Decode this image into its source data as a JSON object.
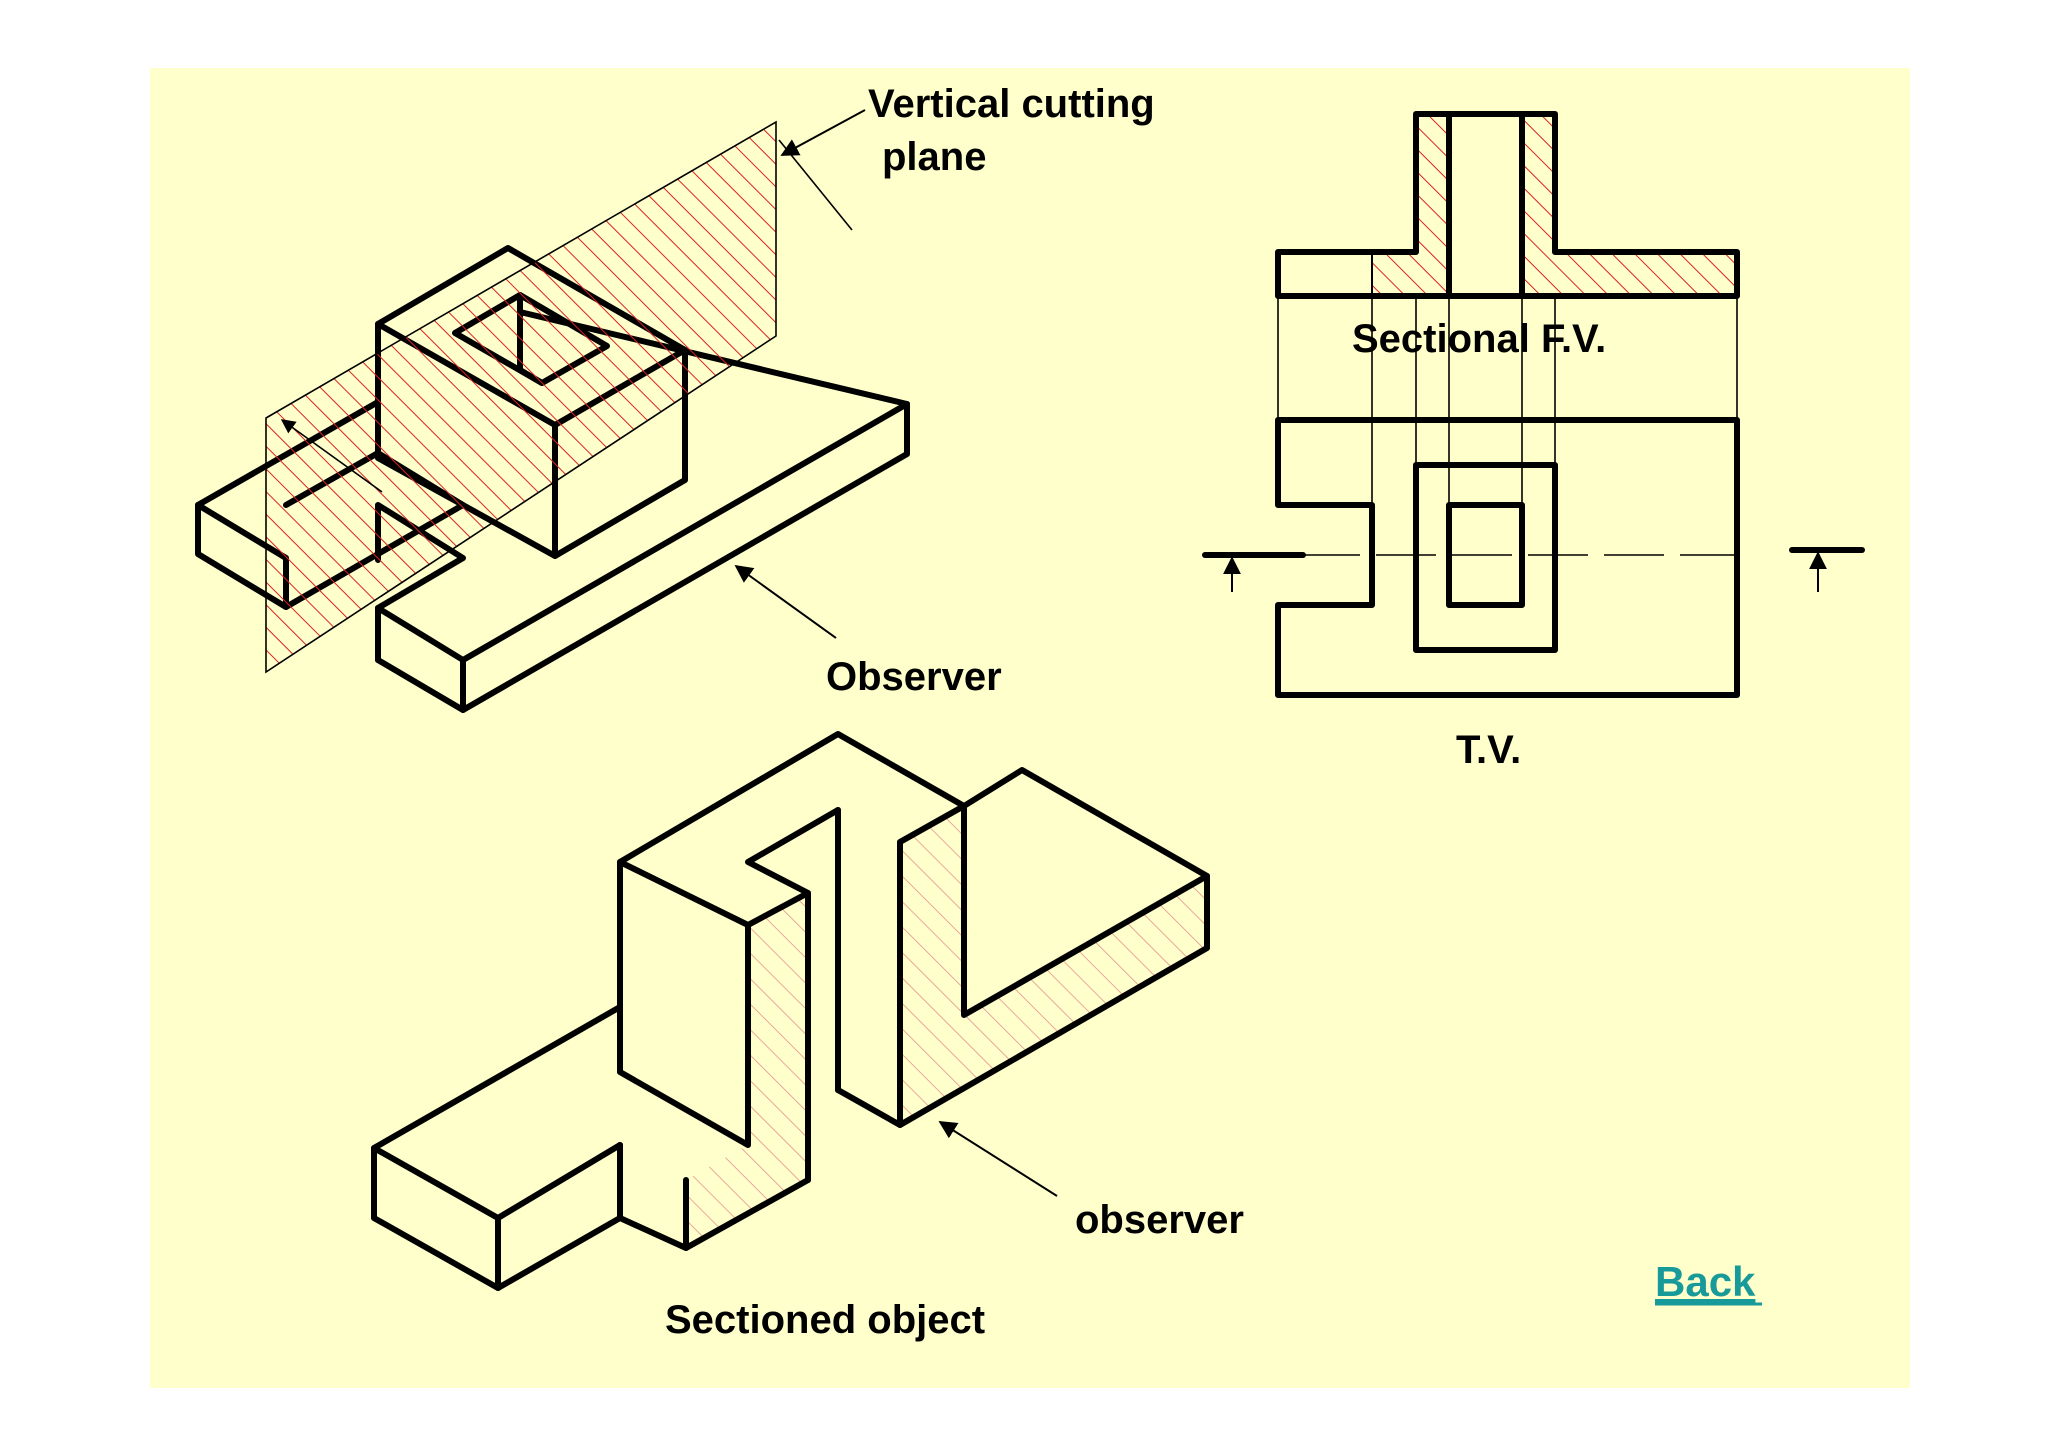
{
  "colors": {
    "background": "#ffffcc",
    "hatch": "#dd2222",
    "hatch_light": "#e89090",
    "line": "#000000",
    "link": "#189a9a"
  },
  "labels": {
    "cutting_plane_line1": "Vertical cutting",
    "cutting_plane_line2": "plane",
    "observer_top": "Observer",
    "sectional_fv": "Sectional F.V.",
    "tv": "T.V.",
    "observer_bottom": "observer",
    "sectioned_object": "Sectioned object"
  },
  "nav": {
    "back": "Back"
  }
}
